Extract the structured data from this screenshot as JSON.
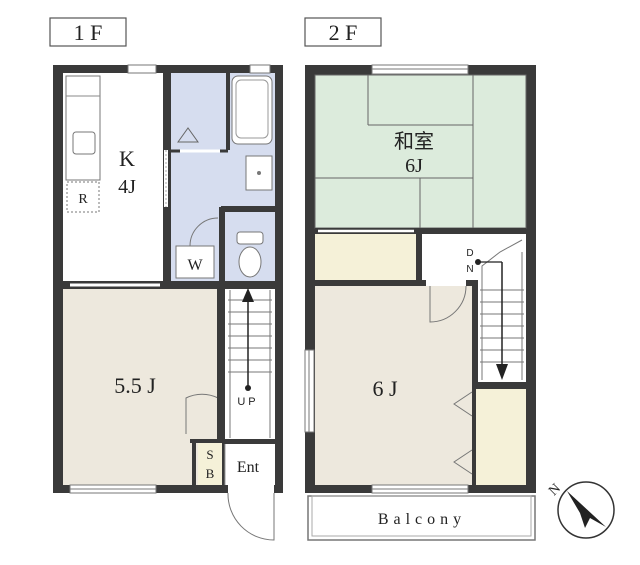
{
  "floor1": {
    "title": "1 F",
    "kitchen": {
      "name": "K",
      "size": "4J",
      "fridge": "R"
    },
    "washer": "W",
    "room": "5.5 J",
    "stairs": "UP",
    "storage": [
      "S",
      "B"
    ],
    "entrance": "Ent"
  },
  "floor2": {
    "title": "2 F",
    "tatami_room": {
      "name": "和室",
      "size": "6J"
    },
    "room": "6 J",
    "stairs": [
      "D",
      "N"
    ],
    "balcony": "Balcony"
  },
  "compass": {
    "label": "N"
  },
  "colors": {
    "wall": "#3a3a3a",
    "wood_floor": "#ede8dd",
    "wet_area": "#d6ddef",
    "tatami": "#dcebdc",
    "closet": "#f5f1d8",
    "white": "#ffffff"
  }
}
